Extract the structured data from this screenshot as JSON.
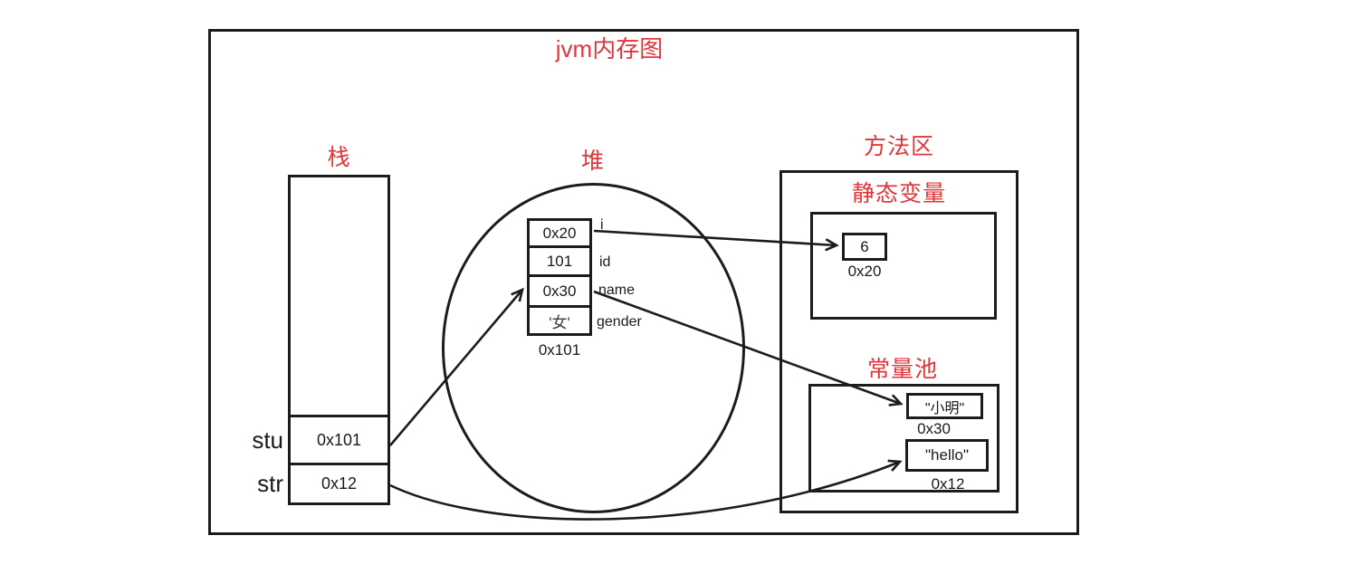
{
  "title": "jvm内存图",
  "colors": {
    "accent_red": "#e23539",
    "line_black": "#1c1c1c",
    "background": "#ffffff"
  },
  "stack": {
    "label": "栈",
    "frames": [
      {
        "var": "stu",
        "value": "0x101"
      },
      {
        "var": "str",
        "value": "0x12"
      }
    ]
  },
  "heap": {
    "label": "堆",
    "object": {
      "address": "0x101",
      "fields": [
        {
          "value": "0x20",
          "name": "i"
        },
        {
          "value": "101",
          "name": "id"
        },
        {
          "value": "0x30",
          "name": "name"
        },
        {
          "value": "'女'",
          "name": "gender"
        }
      ]
    }
  },
  "method_area": {
    "label": "方法区",
    "static_vars": {
      "label": "静态变量",
      "entries": [
        {
          "value": "6",
          "address": "0x20"
        }
      ]
    },
    "constant_pool": {
      "label": "常量池",
      "entries": [
        {
          "value": "\"小明\"",
          "address": "0x30"
        },
        {
          "value": "\"hello\"",
          "address": "0x12"
        }
      ]
    }
  }
}
